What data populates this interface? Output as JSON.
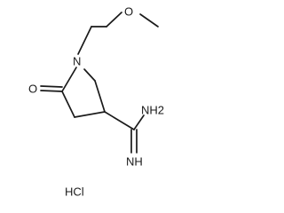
{
  "molecule": {
    "atoms": {
      "ring_nitrogen": "N",
      "carbonyl_oxygen": "O",
      "ether_oxygen": "O",
      "amine": "NH2",
      "imine": "NH"
    },
    "salt": "HCl"
  },
  "colors": {
    "ink": "#1a1a1a",
    "background": "#ffffff"
  }
}
